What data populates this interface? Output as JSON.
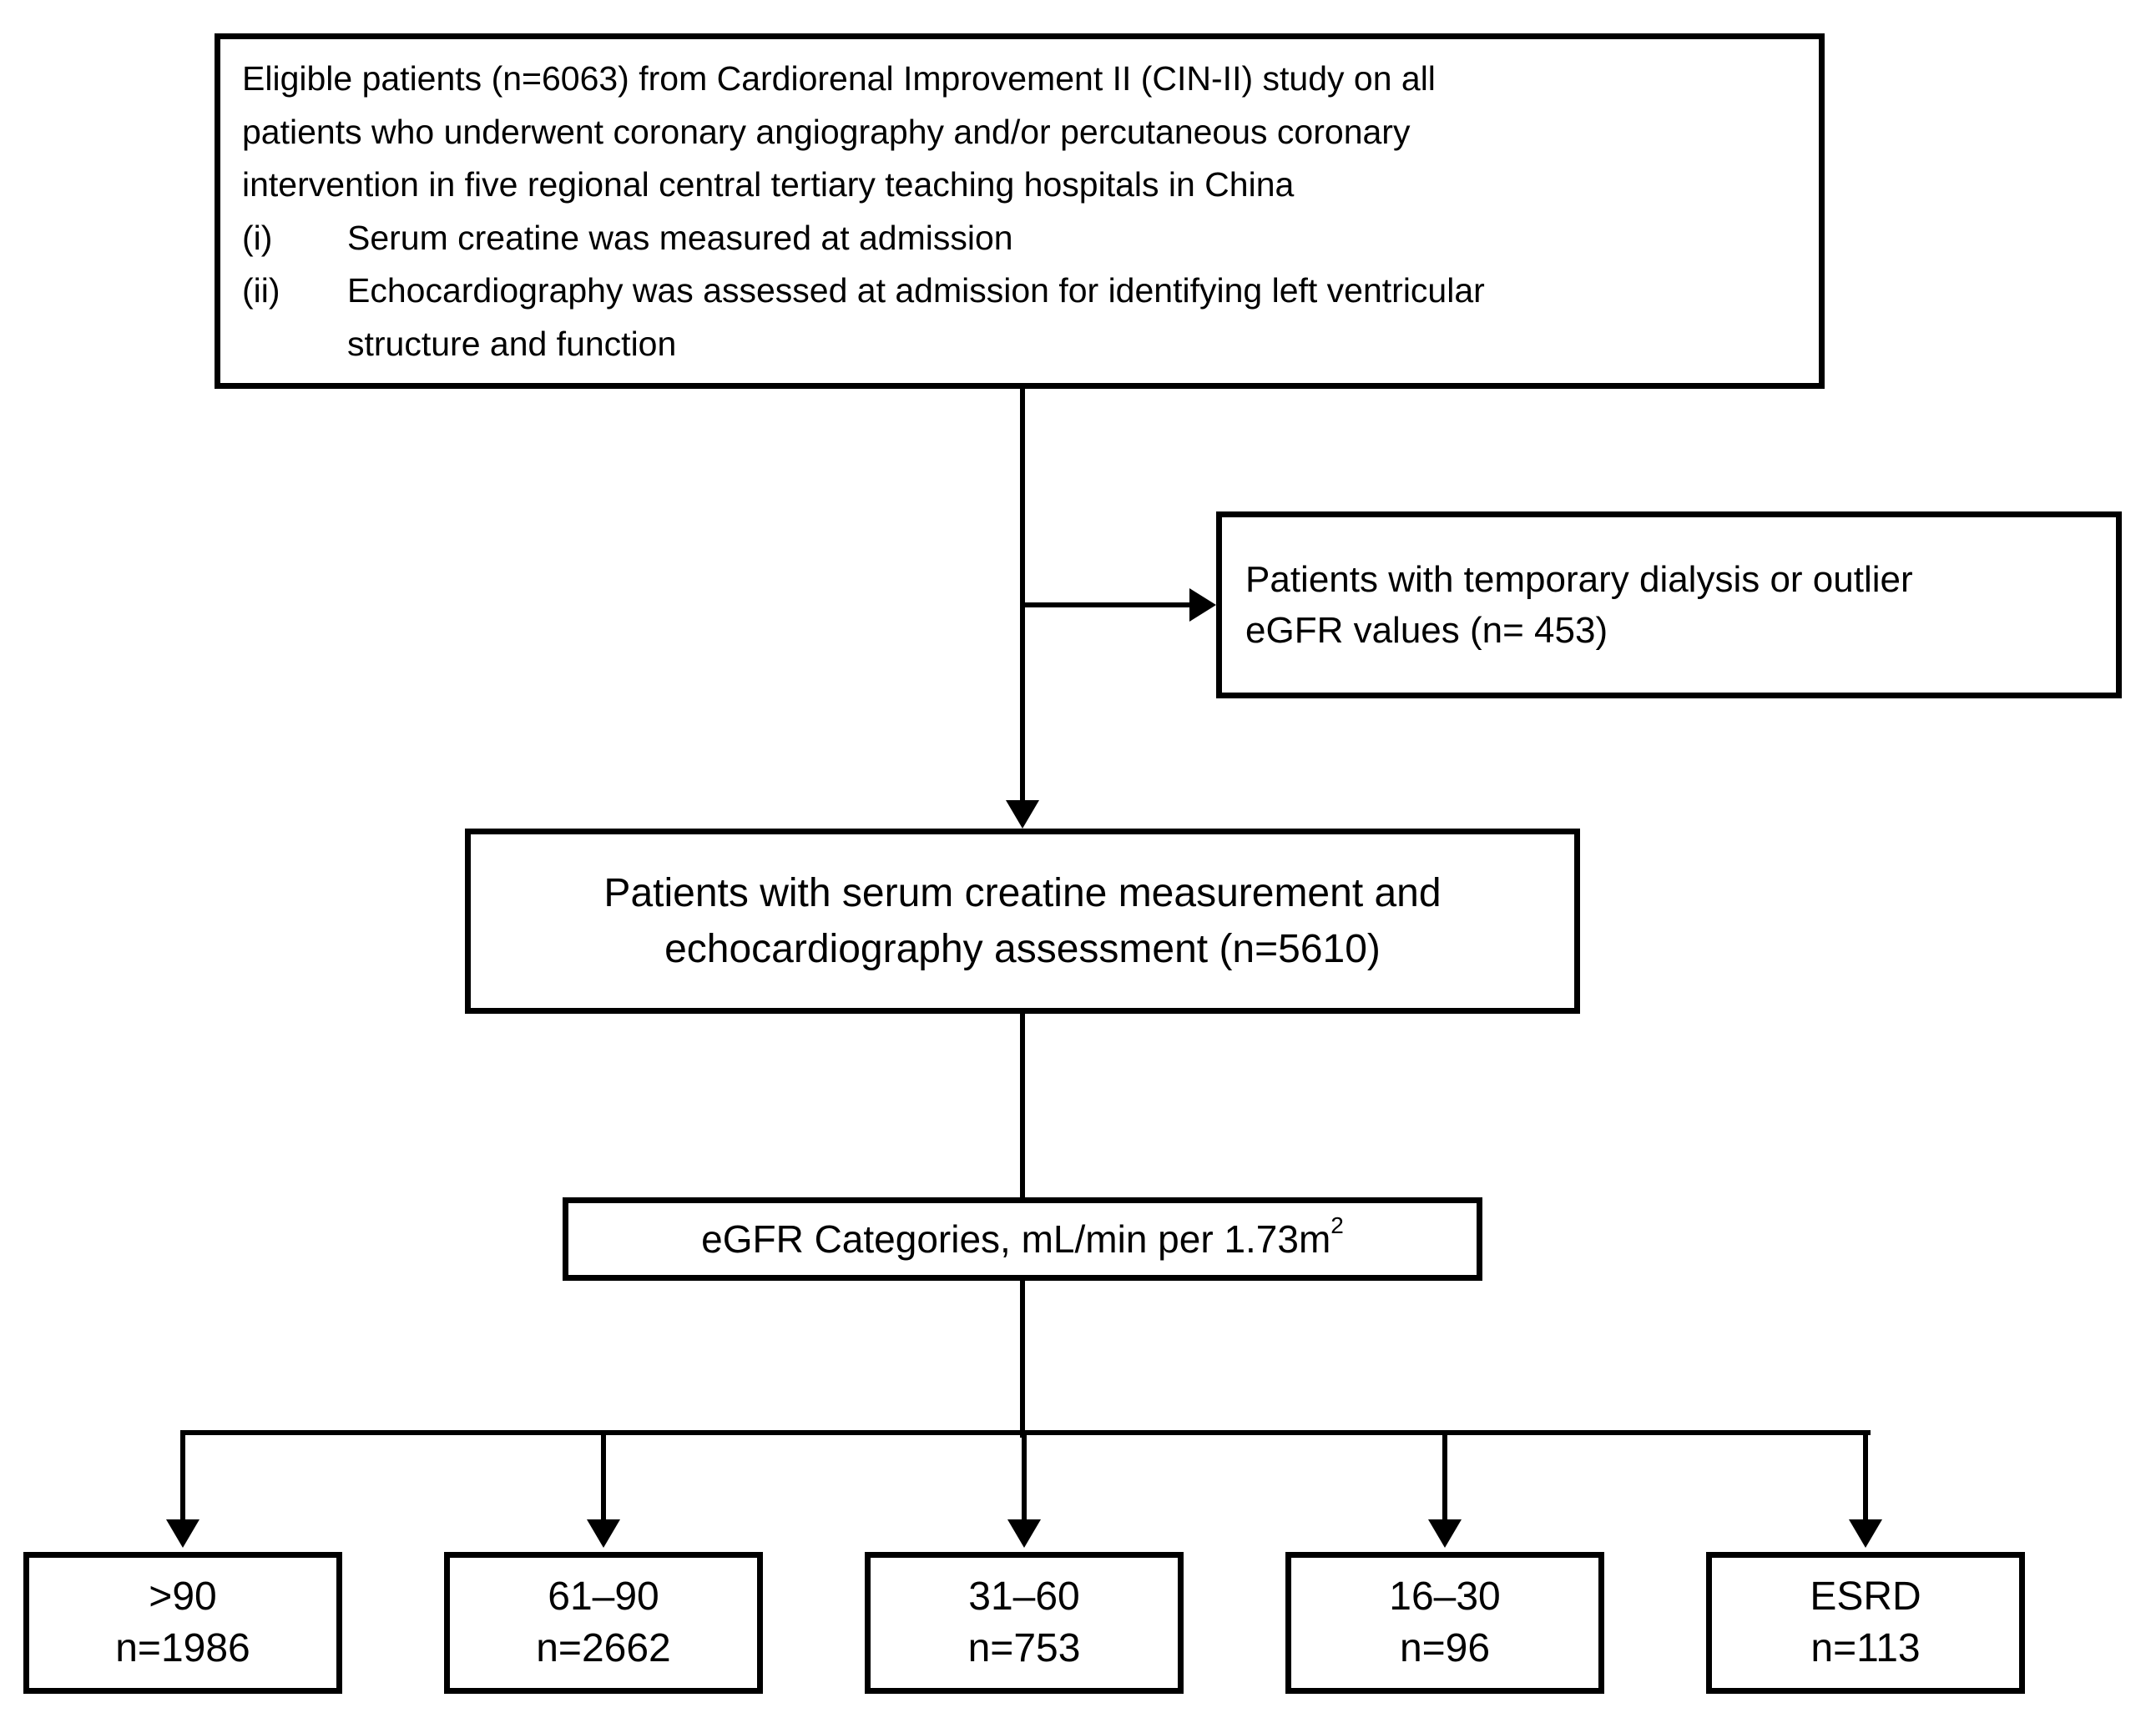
{
  "diagram": {
    "top_box": {
      "lines": [
        "Eligible patients (n=6063) from Cardiorenal Improvement II (CIN-II) study on all",
        "patients who underwent coronary angiography and/or percutaneous coronary",
        "intervention in five regional central tertiary teaching hospitals in China"
      ],
      "items": [
        {
          "marker": "(i)",
          "lines": [
            "Serum creatine was measured at admission"
          ]
        },
        {
          "marker": "(ii)",
          "lines": [
            "Echocardiography was assessed at admission for identifying left ventricular",
            "structure and function"
          ]
        }
      ]
    },
    "exclusion_box": {
      "lines": [
        "Patients with temporary dialysis or outlier",
        "eGFR values (n= 453)"
      ]
    },
    "cohort_box": {
      "lines": [
        "Patients with serum creatine measurement and",
        "echocardiography assessment (n=5610)"
      ]
    },
    "egfr_box": {
      "text": "eGFR Categories, mL/min per 1.73m",
      "superscript": "2"
    },
    "category_boxes": [
      {
        "range": ">90",
        "count": "n=1986"
      },
      {
        "range": "61–90",
        "count": "n=2662"
      },
      {
        "range": "31–60",
        "count": "n=753"
      },
      {
        "range": "16–30",
        "count": "n=96"
      },
      {
        "range": "ESRD",
        "count": "n=113"
      }
    ]
  }
}
